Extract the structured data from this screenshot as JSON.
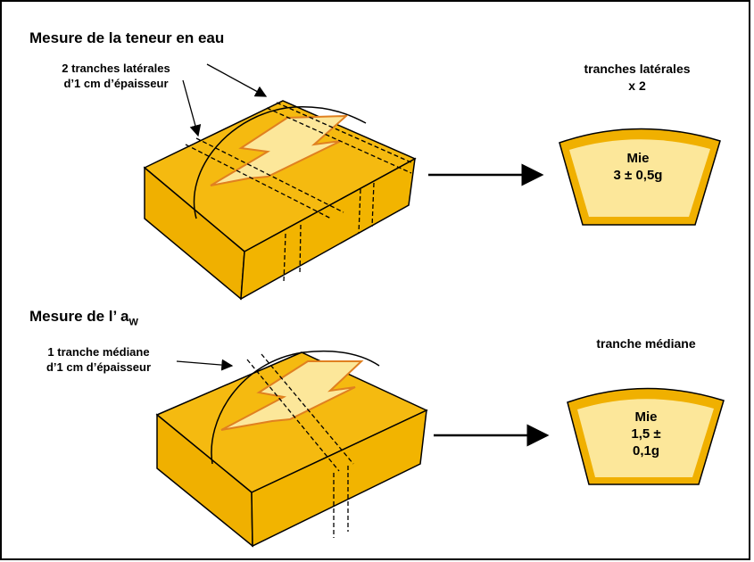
{
  "section1": {
    "title": "Mesure de la teneur en eau",
    "note_line1": "2 tranches latérales",
    "note_line2": "d’1 cm d’épaisseur",
    "result_title_line1": "tranches latérales",
    "result_title_line2": "x 2",
    "slice_label": "Mie",
    "slice_value": "3 ± 0,5g"
  },
  "section2": {
    "title_main": "Mesure de l’ a",
    "title_sub": "W",
    "note_line1": "1 tranche médiane",
    "note_line2": "d’1 cm d’épaisseur",
    "result_title": "tranche médiane",
    "slice_label": "Mie",
    "slice_value_line1": "1,5 ±",
    "slice_value_line2": "0,1g"
  },
  "colors": {
    "crust": "#f0b400",
    "crust_dark": "#e6a800",
    "crumb": "#fce79a",
    "crack_outline": "#e08020"
  }
}
